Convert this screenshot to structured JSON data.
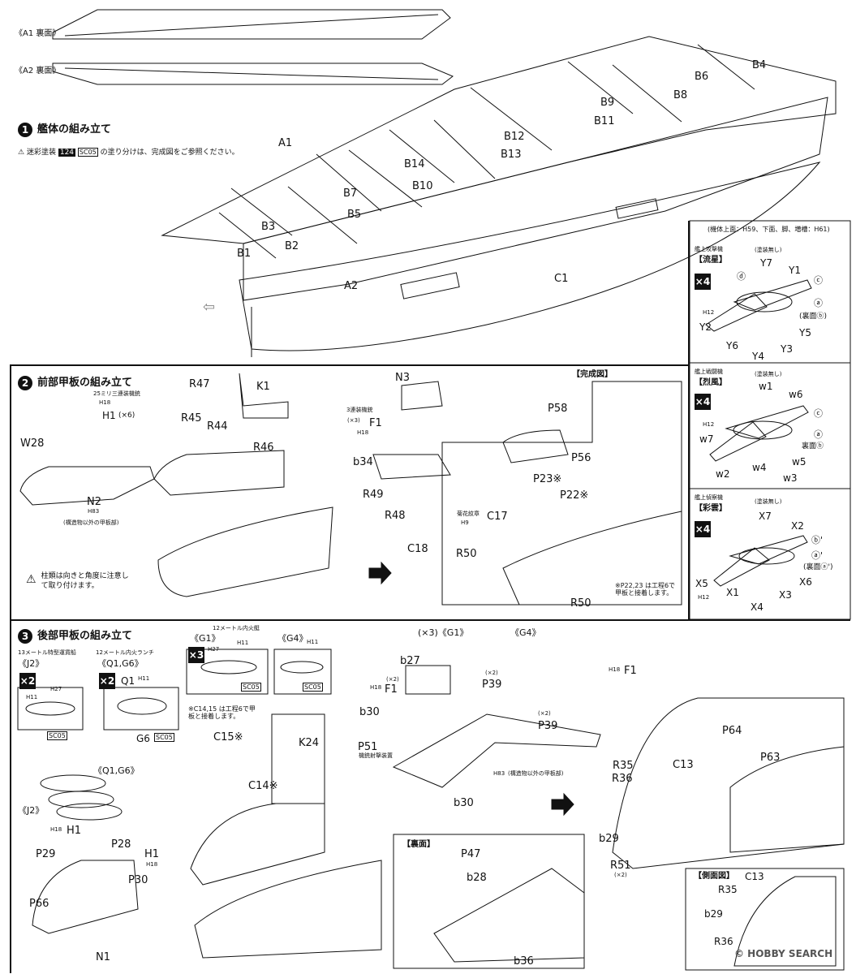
{
  "top_sprue": {
    "a1_label": "《A1 裏面》",
    "a2_label": "《A2 裏面》"
  },
  "step1": {
    "number": "1",
    "title": "艦体の組み立て",
    "note_prefix": "迷彩塗装",
    "note_code1": "124",
    "note_code2": "SC05",
    "note_suffix": "の塗り分けは、完成図をご参照ください。",
    "parts": {
      "a1": "A1",
      "a2": "A2",
      "c1": "C1",
      "b1": "B1",
      "b2": "B2",
      "b3": "B3",
      "b4": "B4",
      "b5": "B5",
      "b6": "B6",
      "b7": "B7",
      "b8": "B8",
      "b9": "B9",
      "b10": "B10",
      "b11": "B11",
      "b12": "B12",
      "b13": "B13",
      "b14": "B14"
    }
  },
  "aircraft": {
    "header": "(機体上面：H59、下面、脚、増槽：H61)",
    "ryusei": {
      "type": "艦上攻撃機",
      "name": "【流星】",
      "qty": "×4",
      "nopaint": "(塗装無し)",
      "h": "H12",
      "labels": {
        "d": "ⓓ",
        "c": "ⓒ",
        "a": "ⓐ",
        "back": "(裏面ⓑ)",
        "y1": "Y1",
        "y2": "Y2",
        "y3": "Y3",
        "y4": "Y4",
        "y5": "Y5",
        "y6": "Y6",
        "y7": "Y7"
      }
    },
    "reppu": {
      "type": "艦上戦闘機",
      "name": "【烈風】",
      "qty": "×4",
      "nopaint": "(塗装無し)",
      "h": "H12",
      "labels": {
        "c": "ⓒ",
        "a": "ⓐ",
        "back": "裏面ⓑ",
        "w1": "w1",
        "w2": "w2",
        "w3": "w3",
        "w4": "w4",
        "w5": "w5",
        "w6": "w6",
        "w7": "w7"
      }
    },
    "saiun": {
      "type": "艦上偵察機",
      "name": "【彩雲】",
      "qty": "×4",
      "nopaint": "(塗装無し)",
      "h": "H12",
      "labels": {
        "b": "ⓑ'",
        "a": "ⓐ'",
        "back": "(裏面ⓐ')",
        "x1": "X1",
        "x2": "X2",
        "x3": "X3",
        "x4": "X4",
        "x5": "X5",
        "x6": "X6",
        "x7": "X7"
      }
    }
  },
  "step2": {
    "number": "2",
    "title": "前部甲板の組み立て",
    "aa_note": "25ミリ三連装機銃",
    "h18": "H18",
    "h1": "H1",
    "h1_qty": "(×6)",
    "w28": "W28",
    "n2": "N2",
    "h83": "H83",
    "deck_note": "(構造物以外の甲板部)",
    "caution": "柱類は向きと角度に注意して取り付けます。",
    "r47": "R47",
    "r45": "R45",
    "r44": "R44",
    "r46": "R46",
    "k1": "K1",
    "n3": "N3",
    "triple_gun": "3連装機銃",
    "f1_qty": "(×3)",
    "f1": "F1",
    "b34": "b34",
    "r49": "R49",
    "r48": "R48",
    "c18": "C18",
    "complete_label": "【完成図】",
    "p58": "P58",
    "p56": "P56",
    "p23": "P23※",
    "p22": "P22※",
    "chrysanthemum": "菊花紋章",
    "h9": "H9",
    "c17": "C17",
    "r50": "R50",
    "r50b": "R50",
    "footnote": "※P22,23 は工程6で甲板と接着します。"
  },
  "step3": {
    "number": "3",
    "title": "後部甲板の組み立て",
    "j2_type": "13メートル特型運貨船",
    "j2_name": "《J2》",
    "q1_type": "12メートル内火ランチ",
    "q1_name": "《Q1,G6》",
    "g1_type": "12メートル内火艇",
    "g1_name": "《G1》",
    "g4_name": "《G4》",
    "x2": "×2",
    "x3": "×3",
    "h11": "H11",
    "h27": "H27",
    "sc05": "SC05",
    "q1": "Q1",
    "g6": "G6",
    "c14_note": "※C14,15 は工程6で甲板と接着します。",
    "c15": "C15※",
    "c14": "C14※",
    "k24": "K24",
    "q1g6_label": "《Q1,G6》",
    "j2_label": "《J2》",
    "h18": "H18",
    "h1": "H1",
    "h1b": "H1",
    "p28": "P28",
    "p29": "P29",
    "p30": "P30",
    "p66": "P66",
    "n1": "N1",
    "g1_x3": "(×3)《G1》",
    "g4b": "《G4》",
    "b27": "b27",
    "f1_qty": "(×2)",
    "f1": "F1",
    "p39_qty": "(×2)",
    "p39": "P39",
    "p39b_qty": "(×2)",
    "p39b": "P39",
    "b30": "b30",
    "p51": "P51",
    "p51_note": "機銃射撃装置",
    "deck_note": "(構造物以外の甲板部)",
    "b30b": "b30",
    "underside": "【裏面】",
    "p47": "P47",
    "b28": "b28",
    "b36": "b36",
    "f1c": "F1",
    "p64": "P64",
    "p63": "P63",
    "r35": "R35",
    "r36": "R36",
    "c13": "C13",
    "b29": "b29",
    "r51": "R51",
    "r51_qty": "(×2)",
    "side_view": "【側面図】",
    "side_c13": "C13",
    "side_r35": "R35",
    "side_b29": "b29",
    "side_r36": "R36"
  },
  "watermark": "© HOBBY SEARCH"
}
